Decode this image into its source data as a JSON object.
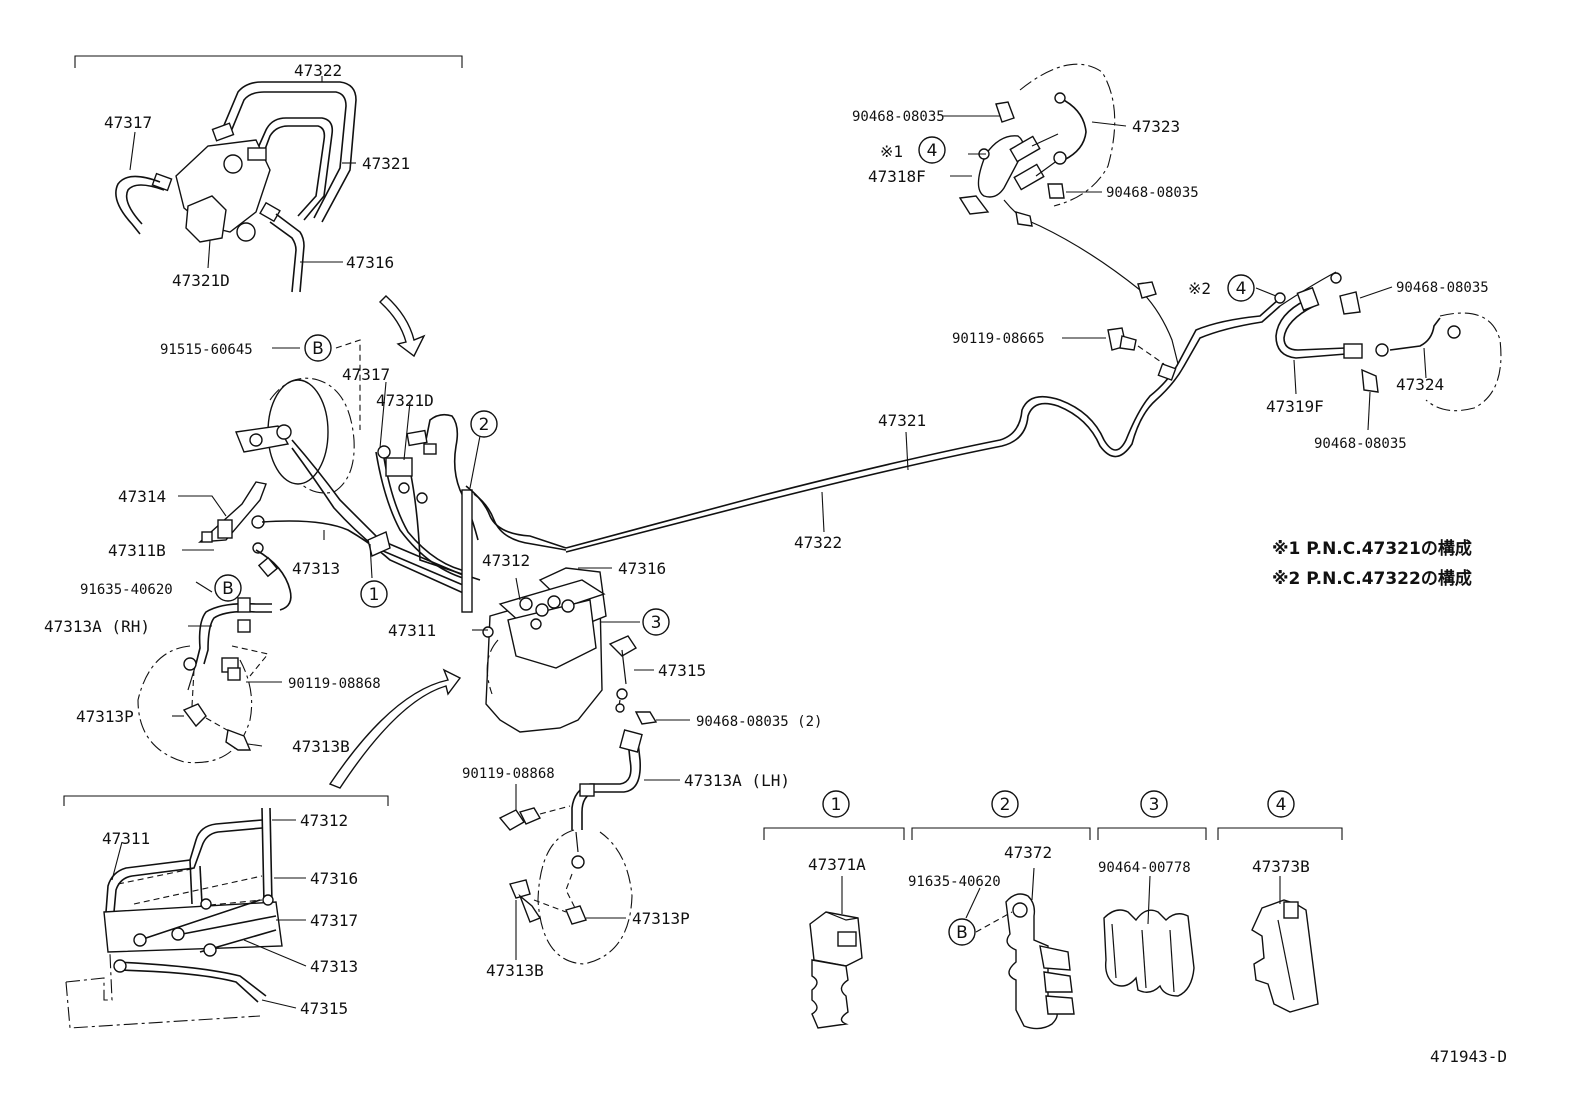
{
  "diagram": {
    "drawing_number": "471943-D",
    "notes": [
      "※1 P.N.C.47321の構成",
      "※2 P.N.C.47322の構成"
    ],
    "labels": {
      "l47322_top": "47322",
      "l47317_top": "47317",
      "l47321_top": "47321",
      "l47316_top": "47316",
      "l47321D_top": "47321D",
      "l91515": "91515-60645",
      "l47317_mid": "47317",
      "l47321D_mid": "47321D",
      "l47314": "47314",
      "l47311B": "47311B",
      "l91635_left": "91635-40620",
      "l47313": "47313",
      "l47313A_RH": "47313A (RH)",
      "l90119_left": "90119-08868",
      "l47313P_left": "47313P",
      "l47313B_left": "47313B",
      "l47312_mid": "47312",
      "l47316_mid": "47316",
      "l47311_mid": "47311",
      "l47315_mid": "47315",
      "l90468_2": "90468-08035 (2)",
      "l90119_mid": "90119-08868",
      "l47313A_LH": "47313A (LH)",
      "l47313P_mid": "47313P",
      "l47313B_mid": "47313B",
      "l47321_long": "47321",
      "l47322_long": "47322",
      "l90468_a": "90468-08035",
      "l47323": "47323",
      "l47318F": "47318F",
      "l90468_b": "90468-08035",
      "l90119_right": "90119-08665",
      "l90468_c": "90468-08035",
      "l47324": "47324",
      "l47319F": "47319F",
      "l90468_d": "90468-08035",
      "l47311_inset": "47311",
      "l47312_inset": "47312",
      "l47316_inset": "47316",
      "l47317_inset": "47317",
      "l47313_inset": "47313",
      "l47315_inset": "47315",
      "l47371A": "47371A",
      "l47372": "47372",
      "l91635_clip": "91635-40620",
      "l90464": "90464-00778",
      "l47373B": "47373B",
      "note1_mark": "※1",
      "note2_mark": "※2"
    },
    "callouts": {
      "c1": "①",
      "c2": "②",
      "c3": "③",
      "c4": "④",
      "cB": "B"
    }
  }
}
